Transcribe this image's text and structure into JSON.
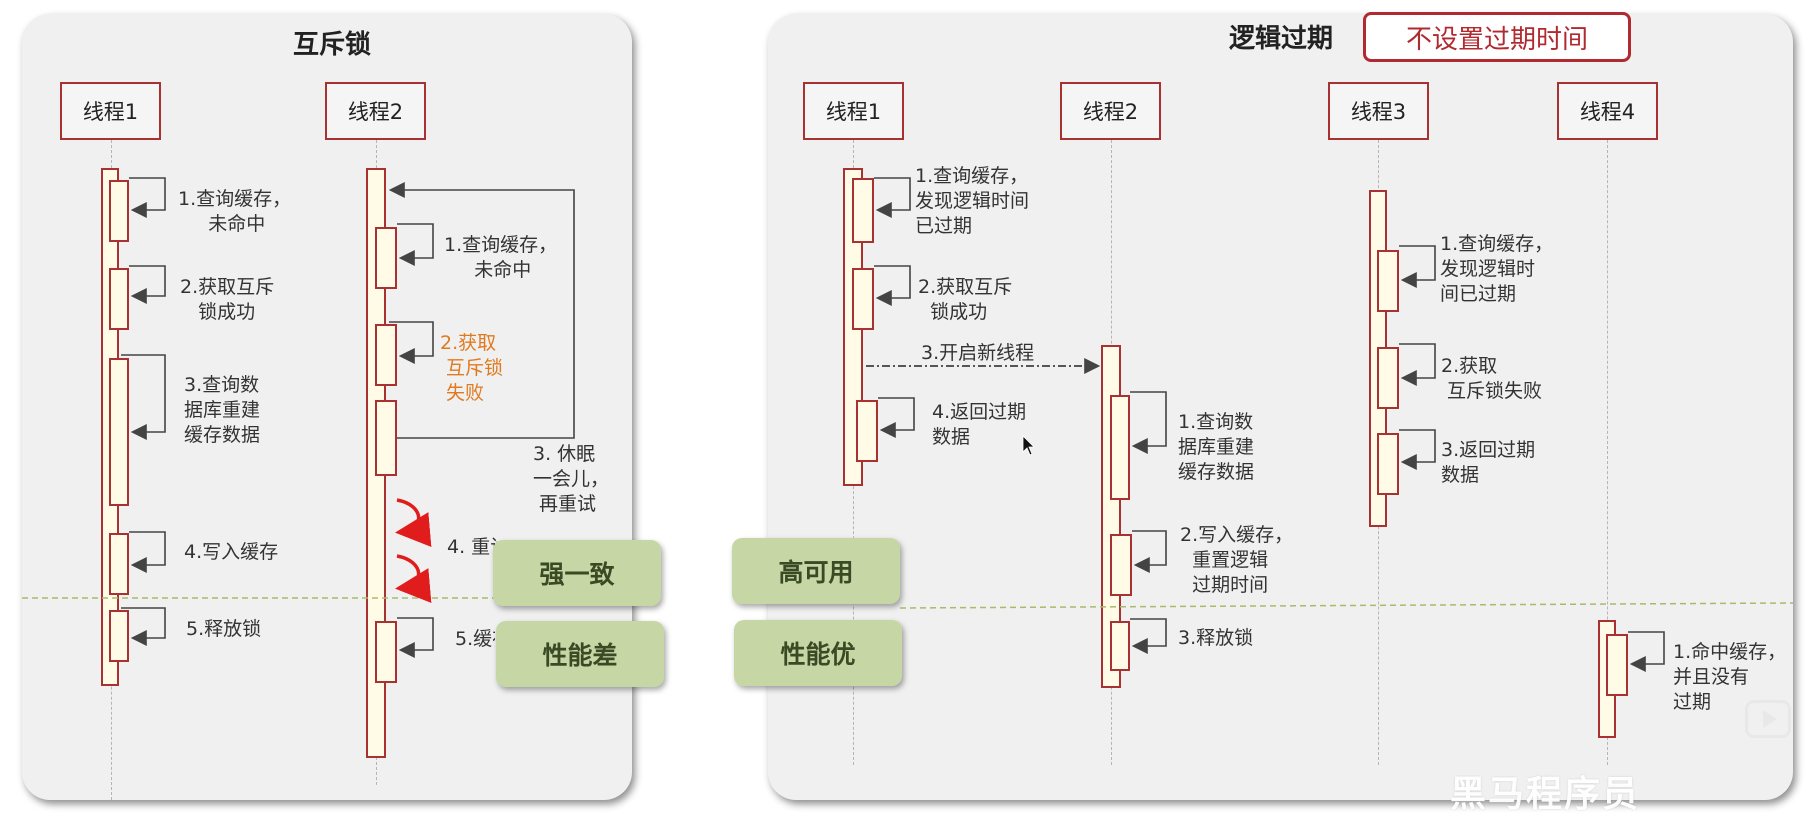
{
  "left_panel": {
    "title": "互斥锁",
    "threads": [
      "线程1",
      "线程2"
    ],
    "thread1_steps": [
      "1.查询缓存，\n     未命中",
      "2.获取互斥\n   锁成功",
      "3.查询数\n据库重建\n缓存数据",
      "4.写入缓存",
      "5.释放锁"
    ],
    "thread2_steps": [
      "1.查询缓存，\n     未命中",
      "2.获取\n 互斥锁\n 失败",
      "3. 休眠\n一会儿，\n 再重试",
      "4. 重试",
      "5.缓存"
    ]
  },
  "right_panel": {
    "title": "逻辑过期",
    "badge": "不设置过期时间",
    "threads": [
      "线程1",
      "线程2",
      "线程3",
      "线程4"
    ],
    "thread1_steps": [
      "1.查询缓存，\n发现逻辑时间\n已过期",
      "2.获取互斥\n  锁成功",
      "3.开启新线程",
      "4.返回过期\n数据"
    ],
    "thread2_steps": [
      "1.查询数\n据库重建\n缓存数据",
      "2.写入缓存，\n  重置逻辑\n  过期时间",
      "3.释放锁"
    ],
    "thread3_steps": [
      "1.查询缓存，\n发现逻辑时\n间已过期",
      "2.获取\n 互斥锁失败",
      "3.返回过期\n数据"
    ],
    "thread4_steps": [
      "1.命中缓存，\n并且没有\n过期"
    ]
  },
  "overlays": {
    "strong_consistency": "强一致",
    "poor_performance": "性能差",
    "high_availability": "高可用",
    "good_performance": "性能优"
  },
  "watermark": "黑马程序员",
  "colors": {
    "panel_bg": "#f0f0f0",
    "border_red": "#a83232",
    "activation_fill": "#fffbe6",
    "orange_text": "#e07a1f",
    "green_button": "#c6d7a5",
    "divider_green": "#a8bb6a",
    "arrow_red": "#e11c1c"
  },
  "icons": [
    "play-icon",
    "cursor-icon",
    "retry-arrow-icon"
  ]
}
